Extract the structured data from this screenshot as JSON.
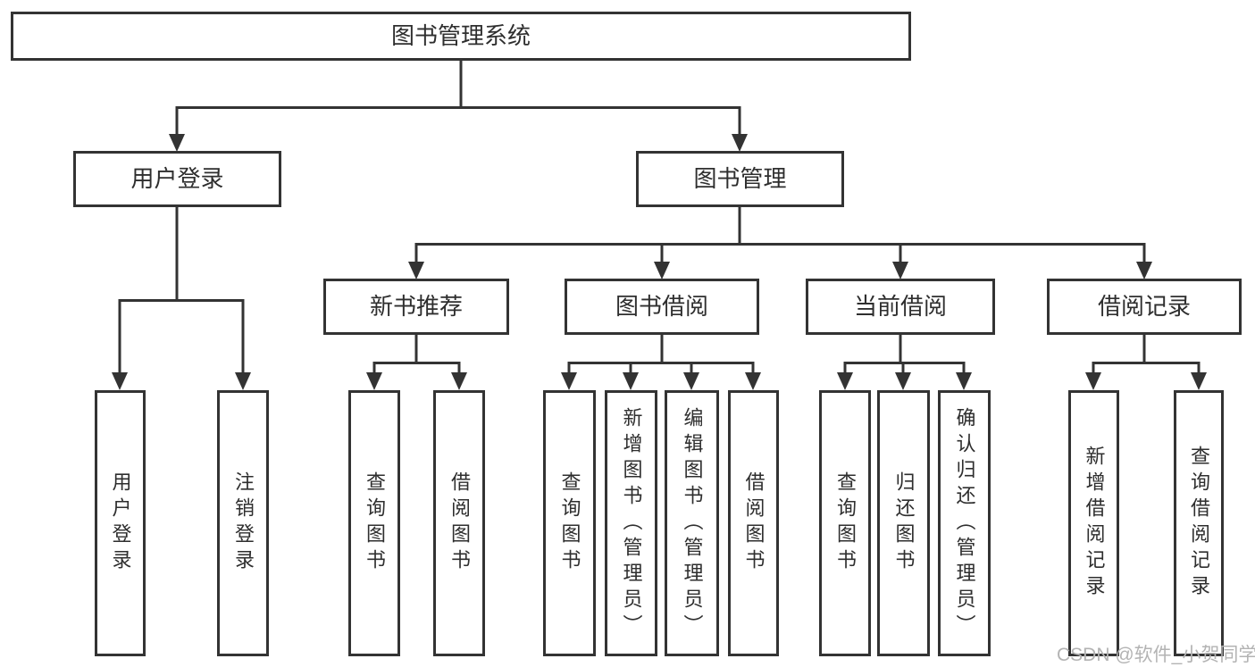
{
  "root": {
    "label": "图书管理系统"
  },
  "branches": [
    {
      "label": "用户登录",
      "children": [
        {
          "label": "用户登录"
        },
        {
          "label": "注销登录"
        }
      ]
    },
    {
      "label": "图书管理",
      "children": [
        {
          "label": "新书推荐",
          "children": [
            {
              "label": "查询图书"
            },
            {
              "label": "借阅图书"
            }
          ]
        },
        {
          "label": "图书借阅",
          "children": [
            {
              "label": "查询图书"
            },
            {
              "label": "新增图书（管理员）"
            },
            {
              "label": "编辑图书（管理员）"
            },
            {
              "label": "借阅图书"
            }
          ]
        },
        {
          "label": "当前借阅",
          "children": [
            {
              "label": "查询图书"
            },
            {
              "label": "归还图书"
            },
            {
              "label": "确认归还（管理员）"
            }
          ]
        },
        {
          "label": "借阅记录",
          "children": [
            {
              "label": "新增借阅记录"
            },
            {
              "label": "查询借阅记录"
            }
          ]
        }
      ]
    }
  ],
  "watermark": "CSDN @软件_小贺同学",
  "colors": {
    "line": "#333333",
    "text": "#2e2e2e",
    "watermark": "#b3b3b3",
    "background": "#ffffff"
  }
}
